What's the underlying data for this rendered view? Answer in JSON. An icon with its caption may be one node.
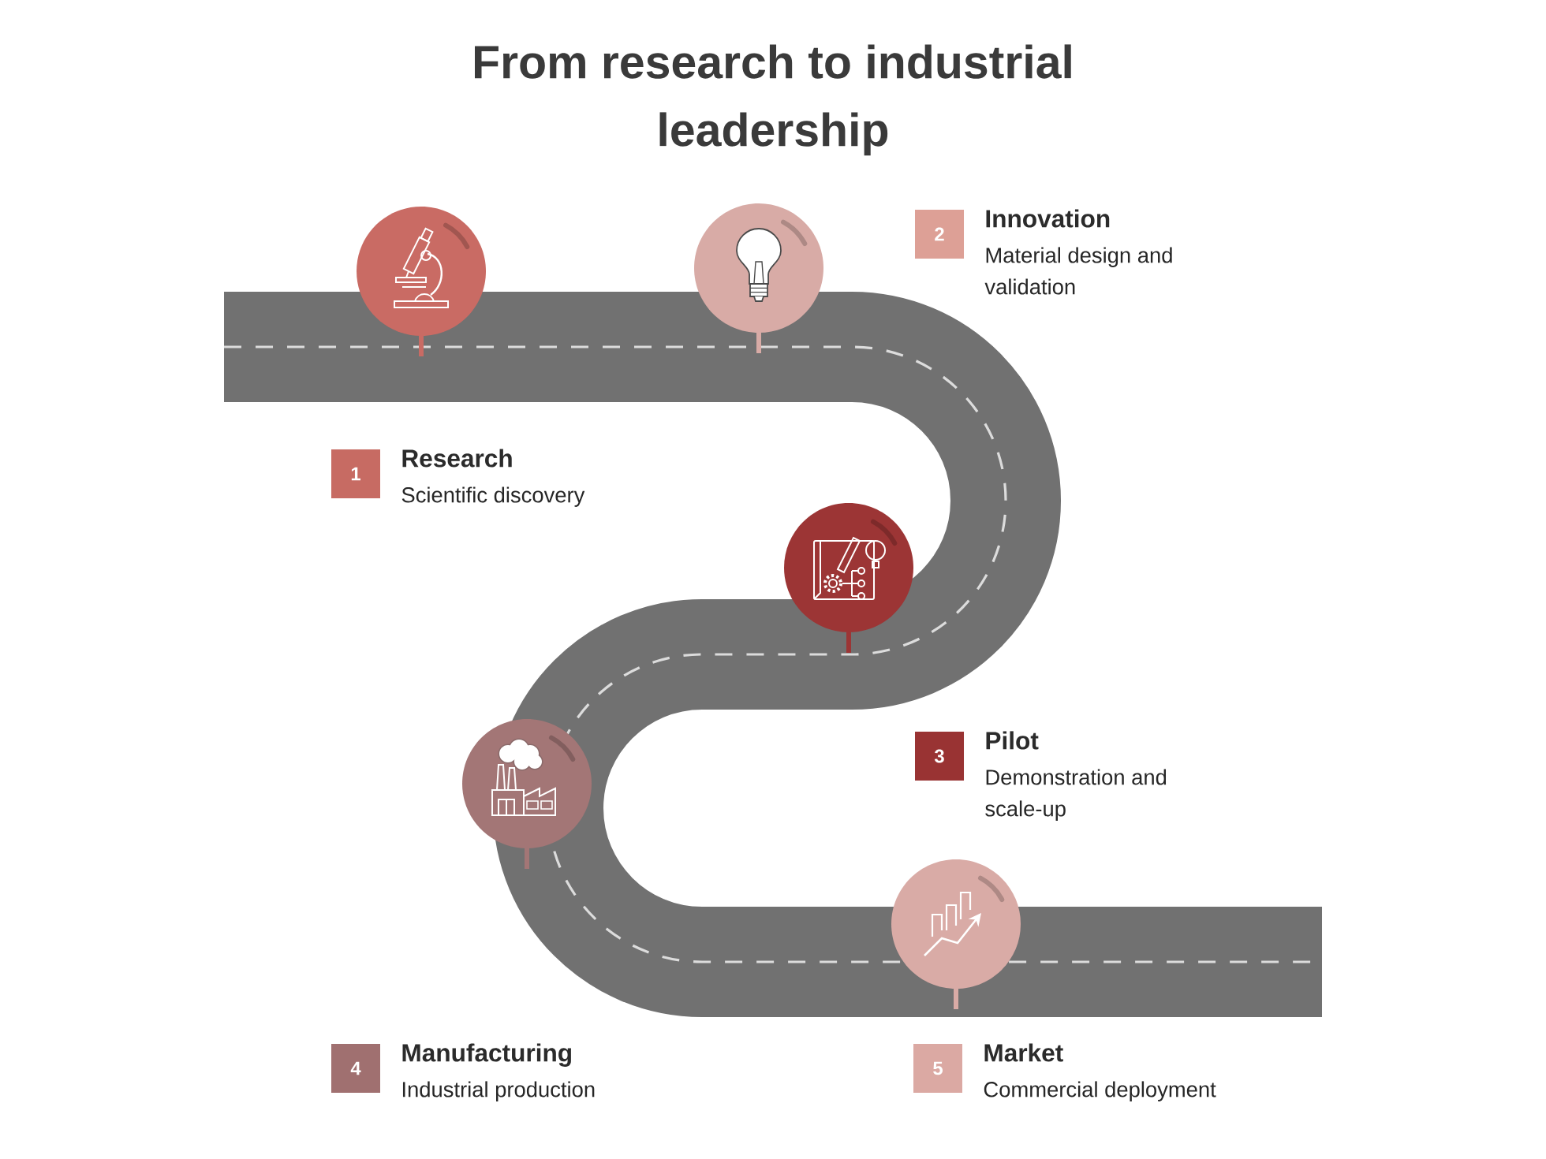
{
  "diagram": {
    "title": "From research to industrial leadership",
    "nodes": [
      {
        "text": [
          "1"
        ],
        "beside": [
          "Research",
          "Scientific discovery"
        ]
      },
      {
        "text": [
          "2"
        ],
        "beside": [
          "Innovation",
          "Material design and validation"
        ]
      },
      {
        "text": [
          "3"
        ],
        "beside": [
          "Pilot",
          "Demonstration and scale-up"
        ]
      },
      {
        "text": [
          "4"
        ],
        "beside": [
          "Manufacturing",
          "Industrial production"
        ]
      },
      {
        "text": [
          "5"
        ],
        "beside": [
          "Market",
          "Commercial deployment"
        ]
      }
    ]
  }
}
